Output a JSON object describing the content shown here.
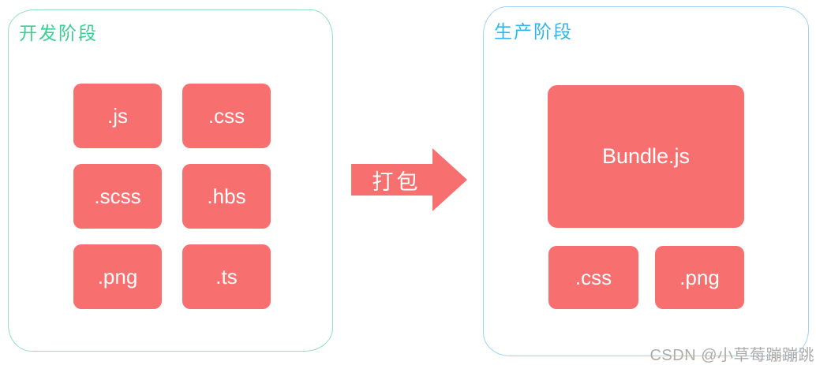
{
  "colors": {
    "file_box": "#F86F6F",
    "file_text": "#FFFFFF",
    "dev_border": "#90DFBD",
    "dev_label": "#3ECD92",
    "prod_border": "#9DD5F5",
    "prod_label": "#30B5F0",
    "arrow": "#F86F6F",
    "arrow_text": "#FFFFFF",
    "watermark": "#ACACAC"
  },
  "dev_panel": {
    "label": "开发阶段",
    "files": [
      ".js",
      ".css",
      ".scss",
      ".hbs",
      ".png",
      ".ts"
    ]
  },
  "arrow": {
    "label": "打包"
  },
  "prod_panel": {
    "label": "生产阶段",
    "bundle_label": "Bundle.js",
    "files": [
      ".css",
      ".png"
    ]
  },
  "watermark": "CSDN @小草莓蹦蹦跳"
}
